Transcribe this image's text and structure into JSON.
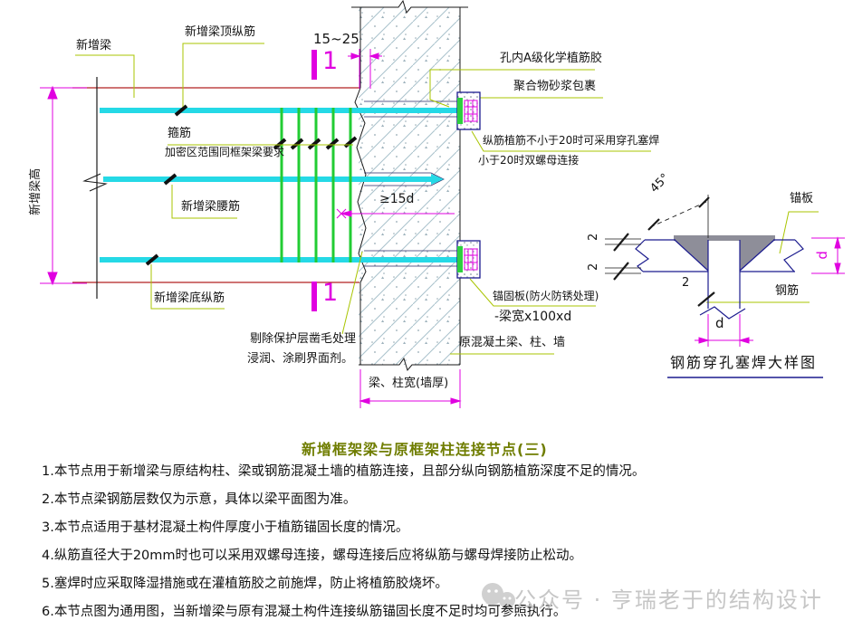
{
  "colors": {
    "beam_outline": "#b22222",
    "rebar_cyan": "#25d9e6",
    "stirrup_green": "#22cc33",
    "leader_green": "#a8c400",
    "dimension_magenta": "#e000e0",
    "plate_navy": "#1b1b8e",
    "hatch_blue": "#a9c2cc",
    "weld_gray": "#8e8e99",
    "title_olive": "#6f7d00",
    "watermark_gray": "#c6c6c6"
  },
  "plan": {
    "new_beam": "新增梁",
    "new_beam_top_bars": "新增梁顶纵筋",
    "dim_top_gap": "15~25",
    "section_mark": "1",
    "hole_adhesive": "孔内A级化学植筋胶",
    "polymer_mortar": "聚合物砂浆包裹",
    "plug_weld_line1": "纵筋植筋不小于20时可采用穿孔塞焊",
    "plug_weld_line2": "小于20时双螺母连接",
    "stirrup": "箍筋",
    "stirrup_note": "加密区范围同框架梁要求",
    "waist_bars": "新增梁腰筋",
    "beam_height": "新增梁高",
    "dim_anchor": "≥15d",
    "bottom_bars": "新增梁底纵筋",
    "chip_line1": "剔除保护层凿毛处理",
    "chip_line2": "浸润、涂刷界面剂。",
    "anchor_plate_line1": "锚固板(防火防锈处理)",
    "anchor_plate_line2": "-梁宽x100xd",
    "original_concrete": "原混凝土梁、柱、墙",
    "dim_width": "梁、柱宽(墙厚)"
  },
  "detail": {
    "angle": "45°",
    "anchor_plate": "锚板",
    "rebar": "钢筋",
    "weld_size_top": "2",
    "weld_size_mid": "2",
    "weld_size_bottom": "2",
    "dim_d_bottom": "d",
    "dim_d_right": "d",
    "caption": "钢筋穿孔塞焊大样图"
  },
  "footer": {
    "title": "新增框架梁与原框架柱连接节点(三)",
    "notes": [
      "1.本节点用于新增梁与原结构柱、梁或钢筋混凝土墙的植筋连接，且部分纵向钢筋植筋深度不足的情况。",
      "2.本节点梁钢筋层数仅为示意，具体以梁平面图为准。",
      "3.本节点适用于基材混凝土构件厚度小于植筋锚固长度的情况。",
      "4.纵筋直径大于20mm时也可以采用双螺母连接，螺母连接后应将纵筋与螺母焊接防止松动。",
      "5.塞焊时应采取降湿措施或在灌植筋胶之前施焊，防止将植筋胶烧坏。",
      "6.本节点图为通用图，当新增梁与原有混凝土构件连接纵筋锚固长度不足时均可参照执行。"
    ]
  },
  "watermark": {
    "text": "公众号 · 亨瑞老于的结构设计"
  }
}
